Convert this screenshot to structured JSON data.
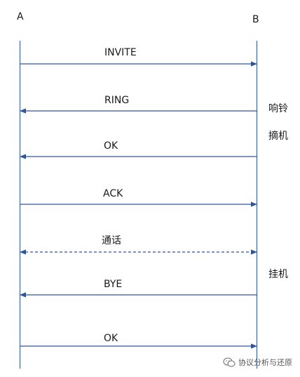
{
  "parties": {
    "a": "A",
    "b": "B"
  },
  "messages": [
    {
      "label": "INVITE",
      "direction": "A→B",
      "style": "solid"
    },
    {
      "label": "RING",
      "direction": "B→A",
      "style": "solid"
    },
    {
      "label": "OK",
      "direction": "B→A",
      "style": "solid"
    },
    {
      "label": "ACK",
      "direction": "A→B",
      "style": "solid"
    },
    {
      "label": "通话",
      "direction": "bidirectional",
      "style": "dashed"
    },
    {
      "label": "BYE",
      "direction": "B→A",
      "style": "solid"
    },
    {
      "label": "OK",
      "direction": "A→B",
      "style": "solid"
    }
  ],
  "side_notes": [
    {
      "text": "响铃"
    },
    {
      "text": "摘机"
    },
    {
      "text": "挂机"
    }
  ],
  "watermark": {
    "text": "协议分析与还原",
    "icon": "wechat-icon"
  },
  "colors": {
    "line": "#2f5597"
  }
}
